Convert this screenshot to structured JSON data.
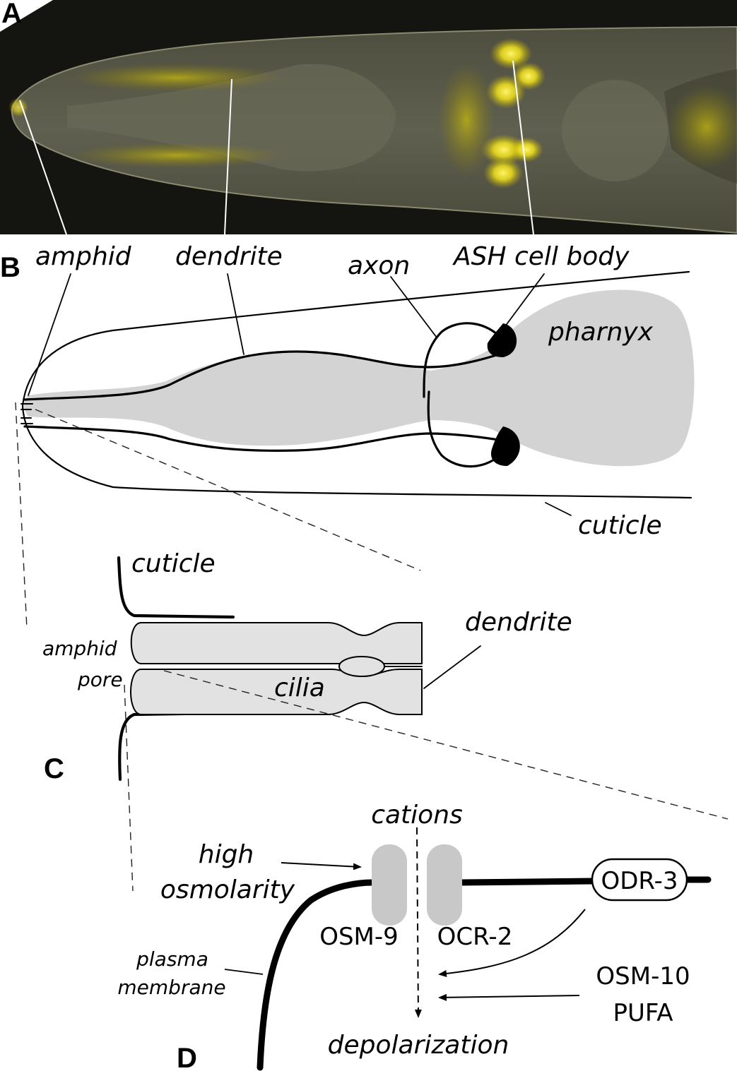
{
  "panels": {
    "a": "A",
    "b": "B",
    "c": "C",
    "d": "D"
  },
  "panel_b": {
    "amphid": "amphid",
    "dendrite": "dendrite",
    "axon": "axon",
    "ash_cell_body": "ASH cell body",
    "pharynx": "pharnyx",
    "cuticle": "cuticle"
  },
  "panel_c": {
    "cuticle": "cuticle",
    "amphid_pore_line1": "amphid",
    "amphid_pore_line2": "pore",
    "dendrite": "dendrite",
    "cilia": "cilia"
  },
  "panel_d": {
    "cations": "cations",
    "high_osmolarity_line1": "high",
    "high_osmolarity_line2": "osmolarity",
    "odr3": "ODR-3",
    "osm9": "OSM-9",
    "ocr2": "OCR-2",
    "plasma_membrane_line1": "plasma",
    "plasma_membrane_line2": "membrane",
    "osm10": "OSM-10",
    "pufa": "PUFA",
    "depolarization": "depolarization"
  },
  "colors": {
    "micrograph_bg": "#141410",
    "fluorescence": "#f2e21a",
    "worm_body": "#57574a",
    "pharynx_fill": "#d3d3d3",
    "cilia_fill": "#e2e2e2",
    "channel_fill": "#c8c8c8"
  }
}
